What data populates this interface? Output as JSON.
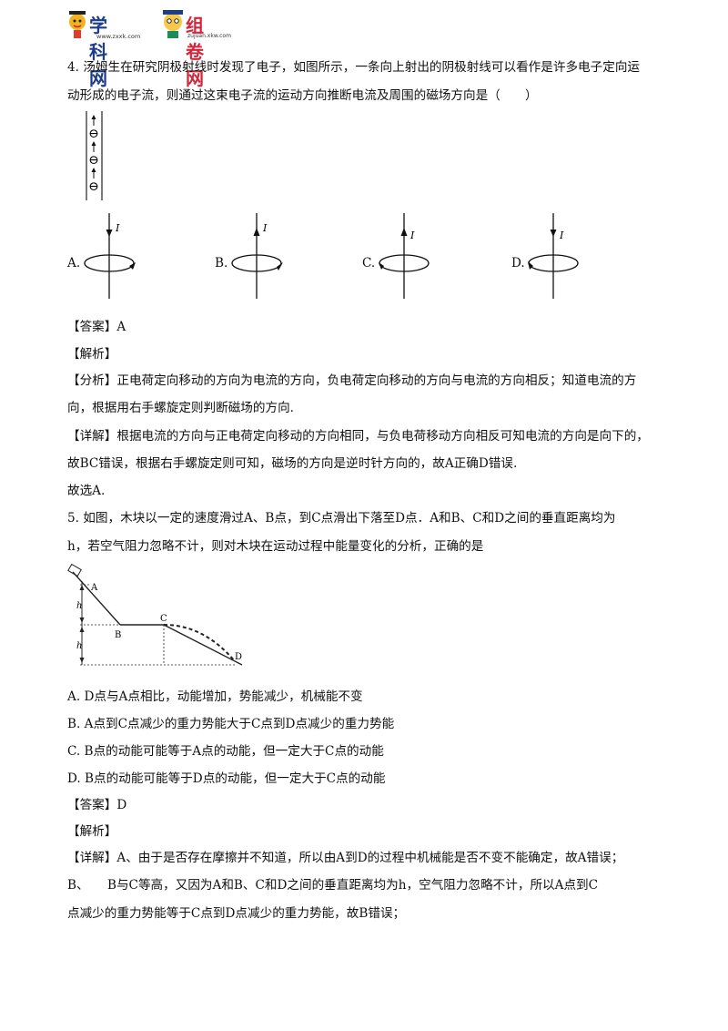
{
  "header": {
    "logo1_text": "学科网",
    "logo1_sub": "www.zxxk.com",
    "logo2_text": "组卷网",
    "logo2_sub": "zujuan.xkw.com"
  },
  "q4": {
    "stem_line1": "4. 汤姆生在研究阴极射线时发现了电子，如图所示，一条向上射出的阴极射线可以看作是许多电子定向运",
    "stem_line2": "动形成的电子流，则通过这束电子流的运动方向推断电流及周围的磁场方向是（　　）",
    "electron_symbol": "⊖",
    "current_symbol": "I",
    "options": [
      "A.",
      "B.",
      "C.",
      "D."
    ],
    "answer": "【答案】A",
    "analysis_title": "【解析】",
    "fenxi_line1": "【分析】正电荷定向移动的方向为电流的方向，负电荷定向移动的方向与电流的方向相反；知道电流的方",
    "fenxi_line2": "向，根据用右手螺旋定则判断磁场的方向.",
    "detail_line1": "【详解】根据电流的方向与正电荷定向移动的方向相同，与负电荷移动方向相反可知电流的方向是向下的，",
    "detail_line2": "故BC错误，根据右手螺旋定则可知，磁场的方向是逆时针方向的，故A正确D错误.",
    "detail_line3": "故选A."
  },
  "q5": {
    "stem_line1": "5. 如图，木块以一定的速度滑过A、B点，到C点滑出下落至D点．A和B、C和D之间的垂直距离均为",
    "stem_line2": "h，若空气阻力忽略不计，则对木块在运动过程中能量变化的分析，正确的是",
    "fig_labels": {
      "A": "A",
      "B": "B",
      "C": "C",
      "D": "D",
      "h1": "h",
      "h2": "h"
    },
    "optA": "A. D点与A点相比，动能增加，势能减少，机械能不变",
    "optB": "B. A点到C点减少的重力势能大于C点到D点减少的重力势能",
    "optC": "C. B点的动能可能等于A点的动能，但一定大于C点的动能",
    "optD": "D. B点的动能可能等于D点的动能，但一定大于C点的动能",
    "answer": "【答案】D",
    "analysis_title": "【解析】",
    "detail_line1": "【详解】A、由于是否存在摩擦并不知道，所以由A到D的过程中机械能是否不变不能确定，故A错误；",
    "detail_line2": "B、　　B与C等高，又因为A和B、C和D之间的垂直距离均为h，空气阻力忽略不计，所以A点到C",
    "detail_line3": "点减少的重力势能等于C点到D点减少的重力势能，故B错误；"
  }
}
